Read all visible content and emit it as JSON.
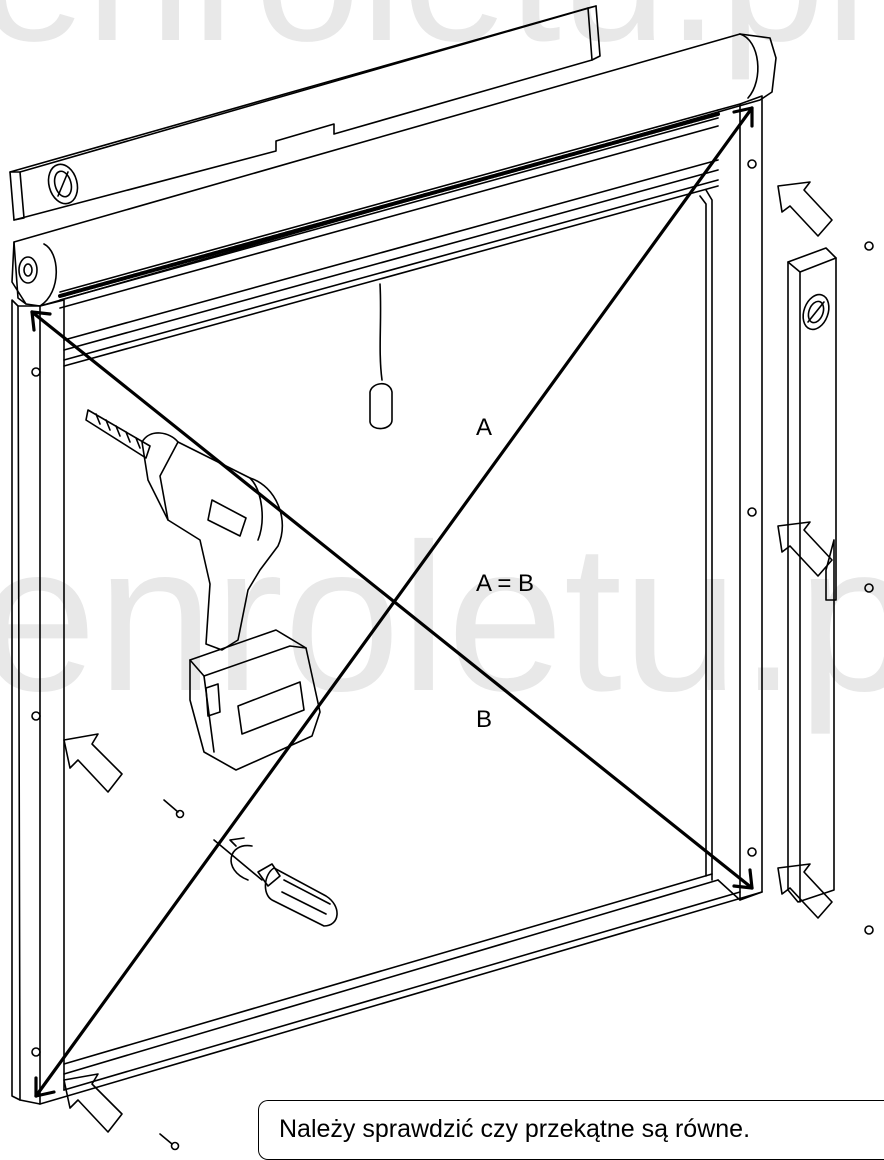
{
  "diagram": {
    "labels": {
      "diagonal_a": "A",
      "equation": "A = B",
      "diagonal_b": "B"
    },
    "note": "Należy sprawdzić czy przekątne są równe.",
    "watermark": "enroletu.pl",
    "colors": {
      "line": "#000000",
      "background": "#ffffff",
      "watermark": "#e6e6e6"
    },
    "icons": [
      "spirit-level-icon",
      "drill-icon",
      "screwdriver-icon",
      "screw-icon",
      "push-arrow-icon",
      "pull-cord-icon"
    ]
  }
}
